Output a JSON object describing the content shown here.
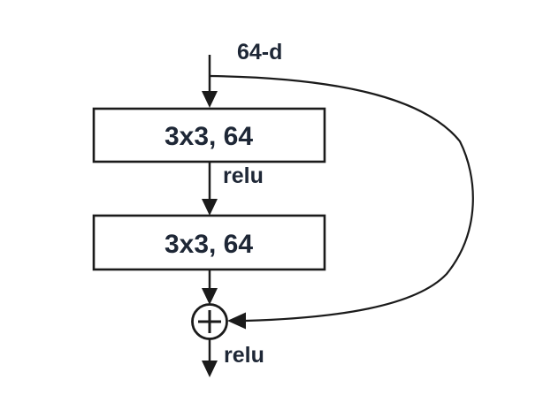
{
  "figure": {
    "input_dimension_label": "64-d",
    "blocks": [
      {
        "label": "3x3, 64"
      },
      {
        "label": "3x3, 64"
      }
    ],
    "activation_labels": {
      "after_block1": "relu",
      "after_add": "relu"
    },
    "add_operator": "+",
    "colors": {
      "background": "#ffffff",
      "line": "#1b1b1b",
      "text": "#1e2736"
    }
  }
}
